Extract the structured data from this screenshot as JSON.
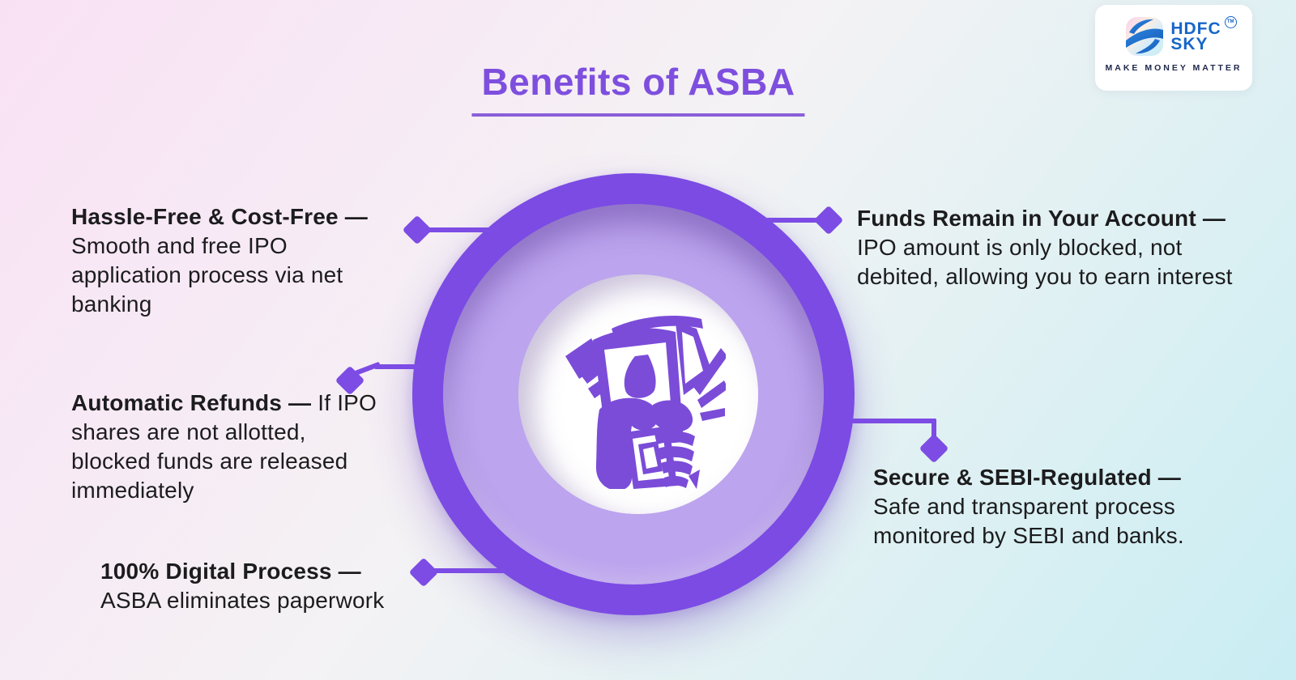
{
  "header": {
    "title": "Benefits of ASBA"
  },
  "logo": {
    "brand_line1": "HDFC",
    "brand_line2": "SKY",
    "trademark": "TM",
    "tagline": "MAKE MONEY MATTER"
  },
  "benefits": [
    {
      "position": "top-left",
      "heading": "Hassle-Free & Cost-Free —",
      "body": "Smooth and free IPO application process via net banking"
    },
    {
      "position": "middle-left",
      "heading": "Automatic Refunds —",
      "body": "If IPO shares are not allotted, blocked funds are released immediately"
    },
    {
      "position": "bottom-left",
      "heading": "100% Digital Process —",
      "body": "ASBA eliminates paperwork"
    },
    {
      "position": "top-right",
      "heading": "Funds Remain in Your Account —",
      "body": "IPO amount is only blocked, not debited, allowing you to earn interest"
    },
    {
      "position": "bottom-right",
      "heading": "Secure & SEBI-Regulated —",
      "body": "Safe and transparent process monitored by SEBI and banks."
    }
  ],
  "center_icon": "money-in-fist-icon",
  "colors": {
    "accent_purple": "#7C4CE4",
    "title_purple": "#7E4FDE",
    "ring_purple": "#7B4BE4",
    "mid_disc_purple": "#BCA4EE",
    "icon_purple": "#7B4CD8",
    "text_dark": "#1C1C1E",
    "logo_blue": "#1766C8",
    "logo_navy": "#20294C",
    "background_pink": "#F9E1F4",
    "background_cyan": "#C9EDF3"
  }
}
